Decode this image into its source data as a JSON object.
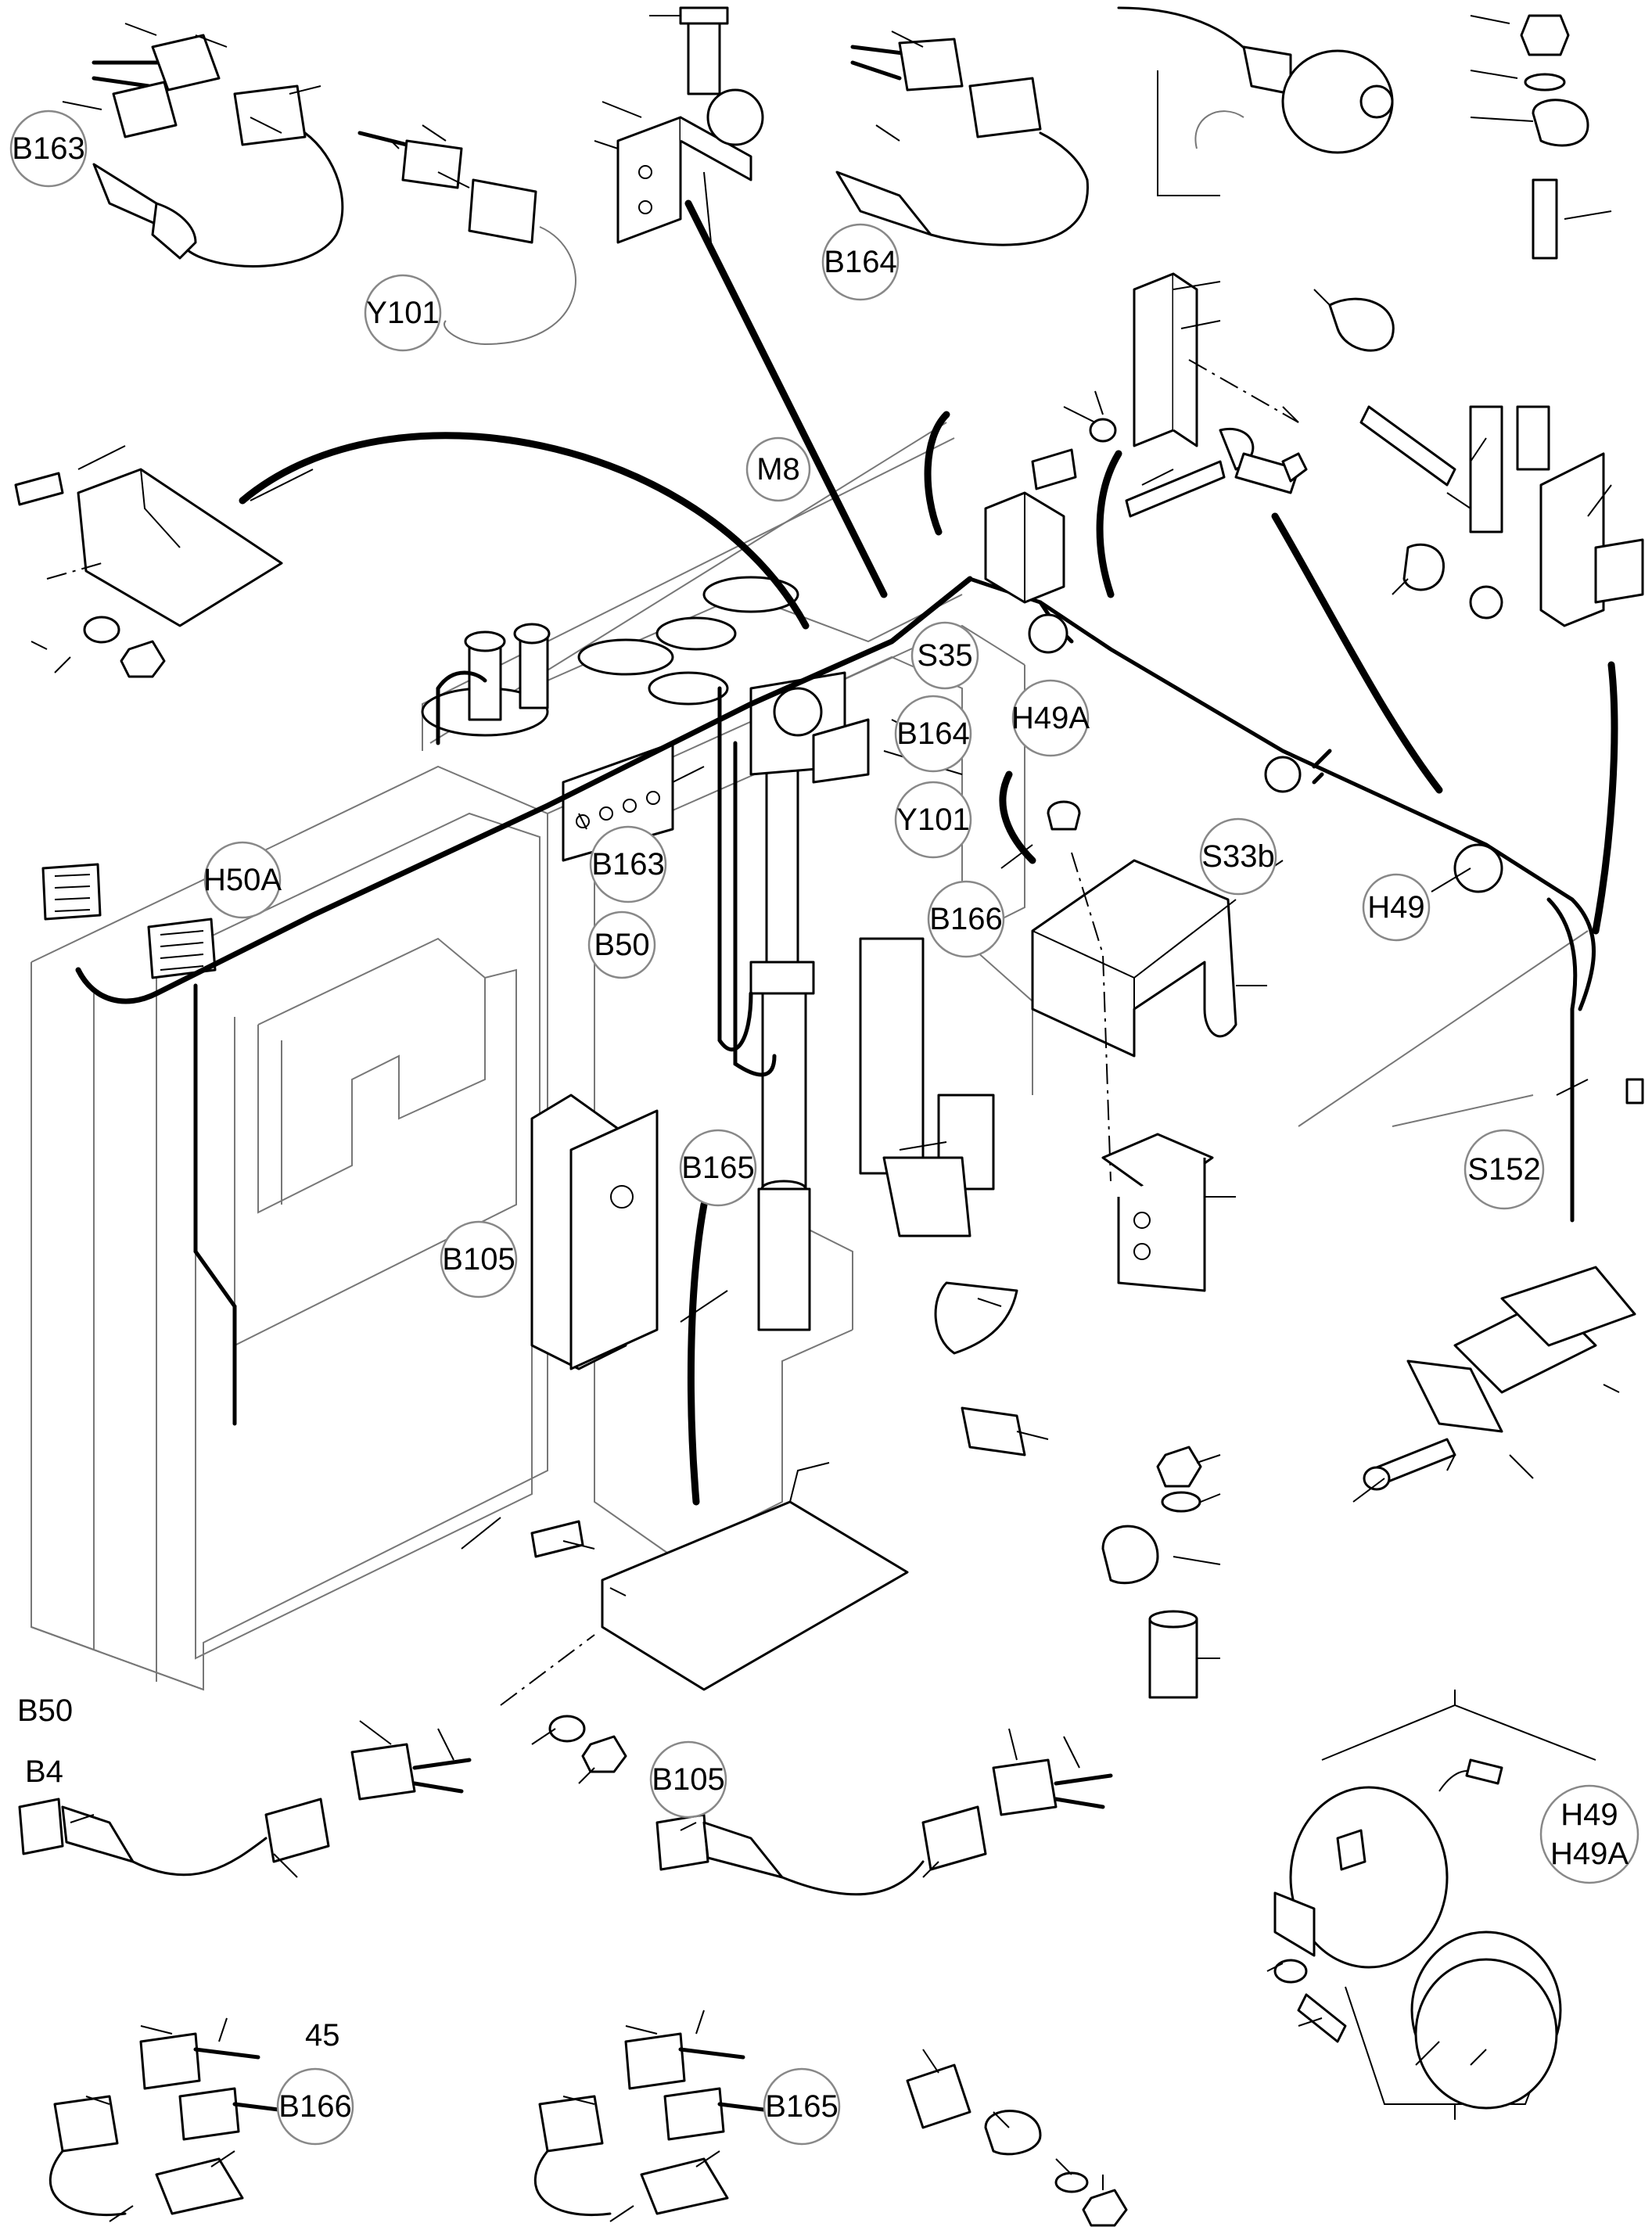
{
  "figure": {
    "labels": {
      "b163_top": "B163",
      "y101_top": "Y101",
      "b164_top": "B164",
      "m8": "M8",
      "s35": "S35",
      "b164_mid": "B164",
      "y101_mid": "Y101",
      "h49a": "H49A",
      "s33b": "S33b",
      "h49": "H49",
      "s152": "S152",
      "h50a": "H50A",
      "b163_mid": "B163",
      "b50_mid": "B50",
      "b166_mid": "B166",
      "b165_mid": "B165",
      "b105_mid": "B105",
      "b50_bottom": "B50",
      "b4_bottom": "B4",
      "b105_bottom": "B105",
      "h49_bottom": "H49",
      "h49a_bottom": "H49A",
      "item_45": "45",
      "b166_bottom": "B166",
      "b165_bottom": "B165"
    }
  }
}
